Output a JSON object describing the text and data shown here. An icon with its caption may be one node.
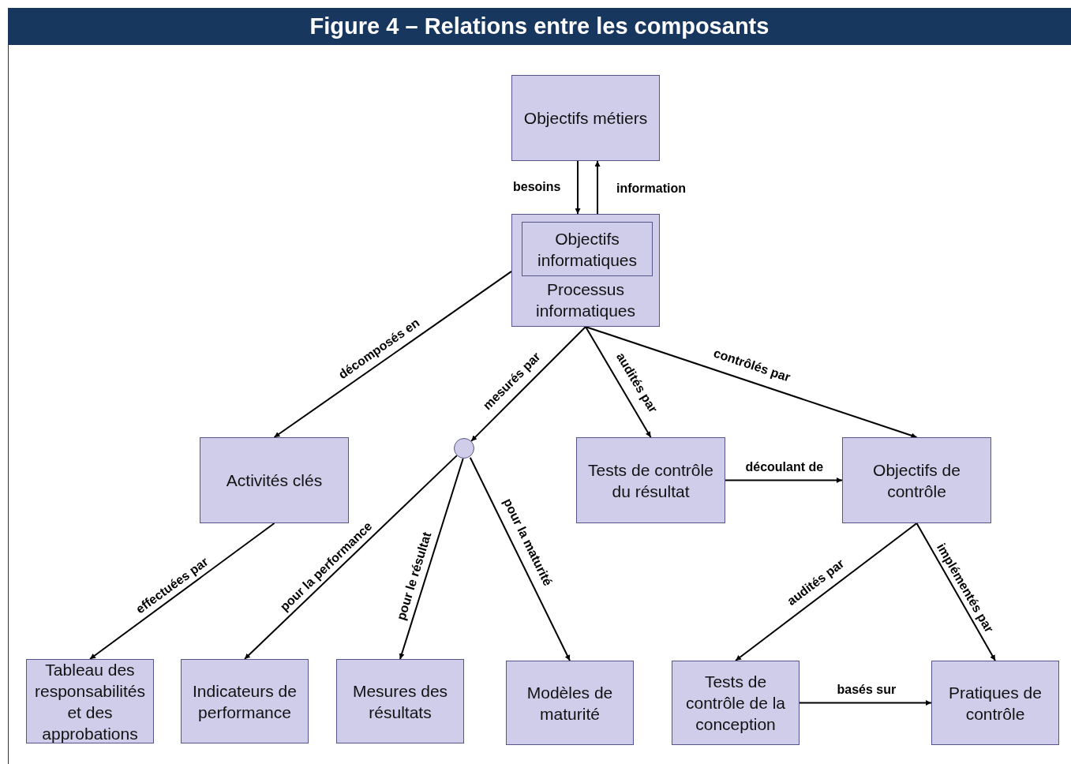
{
  "diagram": {
    "title": "Figure 4 – Relations entre les composants",
    "nodes": [
      {
        "text": [
          "Objectifs métiers"
        ]
      },
      {
        "text": [
          "Processus informatiques"
        ]
      },
      {
        "text": [
          "Objectifs informatiques"
        ],
        "in": 1
      },
      {
        "text": [
          "Activités clés"
        ]
      },
      {
        "text": [],
        "shape": "circle"
      },
      {
        "text": [
          "Tests de contrôle du résultat"
        ]
      },
      {
        "text": [
          "Objectifs de contrôle"
        ]
      },
      {
        "text": [
          "Tableau des responsabilités et des approbations"
        ]
      },
      {
        "text": [
          "Indicateurs de performance"
        ]
      },
      {
        "text": [
          "Mesures des résultats"
        ]
      },
      {
        "text": [
          "Modèles de maturité"
        ]
      },
      {
        "text": [
          "Tests de contrôle de la conception"
        ]
      },
      {
        "text": [
          "Pratiques de contrôle"
        ]
      }
    ],
    "edges": [
      {
        "from": 0,
        "to": 1,
        "label": "besoins",
        "arrow": "to"
      },
      {
        "from": 1,
        "to": 0,
        "label": "information",
        "arrow": "to"
      },
      {
        "from": 1,
        "to": 3,
        "label": "décomposés en",
        "arrow": "to"
      },
      {
        "from": 1,
        "to": 4,
        "label": "mesurés par",
        "arrow": "to"
      },
      {
        "from": 1,
        "to": 5,
        "label": "audités par",
        "arrow": "to"
      },
      {
        "from": 1,
        "to": 6,
        "label": "contrôlés par",
        "arrow": "to"
      },
      {
        "from": 5,
        "to": 6,
        "label": "découlant de",
        "arrow": "to"
      },
      {
        "from": 3,
        "to": 7,
        "label": "effectuées par",
        "arrow": "to"
      },
      {
        "from": 4,
        "to": 8,
        "label": "pour la performance",
        "arrow": "to"
      },
      {
        "from": 4,
        "to": 9,
        "label": "pour le résultat",
        "arrow": "to"
      },
      {
        "from": 4,
        "to": 10,
        "label": "pour la maturité",
        "arrow": "to"
      },
      {
        "from": 6,
        "to": 11,
        "label": "audités par",
        "arrow": "to"
      },
      {
        "from": 6,
        "to": 12,
        "label": "implémentés par",
        "arrow": "to"
      },
      {
        "from": 11,
        "to": 12,
        "label": "basés sur",
        "arrow": "to"
      }
    ]
  }
}
